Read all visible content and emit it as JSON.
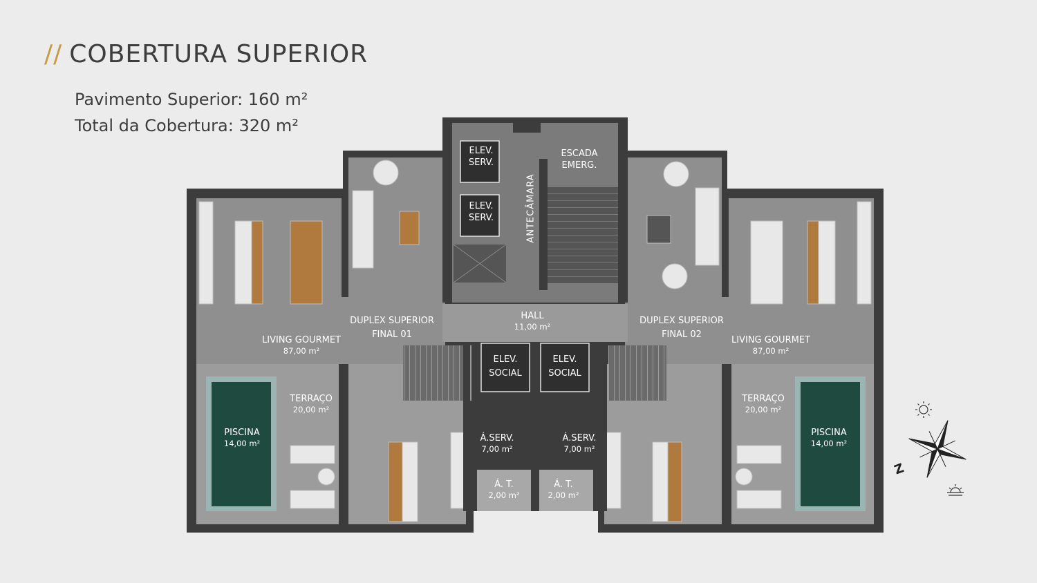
{
  "header": {
    "title_prefix": "//",
    "title": "COBERTURA SUPERIOR",
    "line1": "Pavimento Superior: 160 m²",
    "line2": "Total da Cobertura: 320 m²"
  },
  "rooms": {
    "elev_serv_1": [
      "ELEV.",
      "SERV."
    ],
    "elev_serv_2": [
      "ELEV.",
      "SERV."
    ],
    "escada": [
      "ESCADA",
      "EMERG."
    ],
    "antecamara": "ANTECÂMARA",
    "hall": {
      "name": "HALL",
      "area": "11,00 m²"
    },
    "duplex_01": [
      "DUPLEX SUPERIOR",
      "FINAL 01"
    ],
    "duplex_02": [
      "DUPLEX SUPERIOR",
      "FINAL 02"
    ],
    "living_left": {
      "name": "LIVING GOURMET",
      "area": "87,00 m²"
    },
    "living_right": {
      "name": "LIVING GOURMET",
      "area": "87,00 m²"
    },
    "elev_social_1": [
      "ELEV.",
      "SOCIAL"
    ],
    "elev_social_2": [
      "ELEV.",
      "SOCIAL"
    ],
    "terraco_left": {
      "name": "TERRAÇO",
      "area": "20,00 m²"
    },
    "terraco_right": {
      "name": "TERRAÇO",
      "area": "20,00 m²"
    },
    "piscina_left": {
      "name": "PISCINA",
      "area": "14,00 m²"
    },
    "piscina_right": {
      "name": "PISCINA",
      "area": "14,00 m²"
    },
    "aserv_left": {
      "name": "Á.SERV.",
      "area": "7,00 m²"
    },
    "aserv_right": {
      "name": "Á.SERV.",
      "area": "7,00 m²"
    },
    "at_left": {
      "name": "Á. T.",
      "area": "2,00 m²"
    },
    "at_right": {
      "name": "Á. T.",
      "area": "2,00 m²"
    }
  },
  "compass": {
    "north_letter": "Z",
    "sun_icon": "sun-icon",
    "sunset_icon": "sunset-icon"
  },
  "colors": {
    "accent": "#c79a45",
    "floor": "#8f8f8f",
    "wall": "#3a3a3a",
    "pool": "#1f4a40"
  }
}
